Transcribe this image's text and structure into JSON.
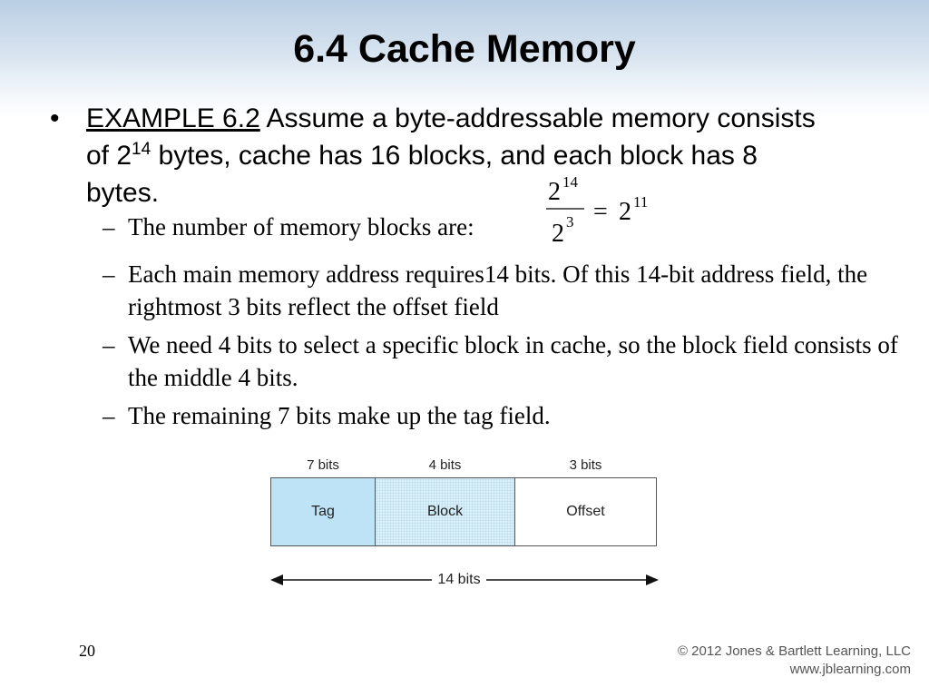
{
  "slide": {
    "title": "6.4 Cache Memory",
    "page_number": "20"
  },
  "bullet": {
    "marker": "•",
    "example_label": "EXAMPLE 6.2",
    "text_part1": " Assume a byte-addressable memory consists of 2",
    "exp1": "14",
    "text_part2": " bytes, cache has 16 blocks, and each block has 8 bytes."
  },
  "sub_items": [
    {
      "dash": "–",
      "text": "The number of memory blocks are:"
    },
    {
      "dash": "–",
      "text": "Each main memory address requires14 bits. Of this 14-bit address field, the rightmost 3 bits reflect the offset field"
    },
    {
      "dash": "–",
      "text": "We need 4 bits to select a specific block in cache, so the block field consists of the middle 4 bits."
    },
    {
      "dash": "–",
      "text": "The remaining 7 bits make up the tag field."
    }
  ],
  "formula": {
    "num_base": "2",
    "num_exp": "14",
    "den_base": "2",
    "den_exp": "3",
    "equals": "=",
    "res_base": "2",
    "res_exp": "11"
  },
  "diagram": {
    "fields": [
      {
        "header": "7 bits",
        "label": "Tag"
      },
      {
        "header": "4 bits",
        "label": "Block"
      },
      {
        "header": "3 bits",
        "label": "Offset"
      }
    ],
    "total_label": "14 bits"
  },
  "footer": {
    "copyright": "© 2012 Jones & Bartlett Learning, LLC",
    "url": "www.jblearning.com"
  }
}
